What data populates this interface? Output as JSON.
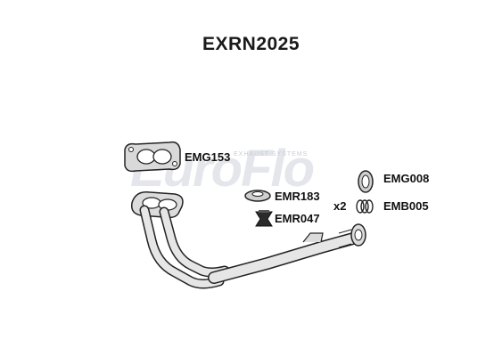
{
  "diagram": {
    "part_number": "EXRN2025",
    "watermark": {
      "brand": "EuroFlo",
      "tagline": "EXHAUST SYSTEMS"
    },
    "parts": [
      {
        "code": "EMG153",
        "name": "manifold gasket"
      },
      {
        "code": "EMR183",
        "name": "rubber ring"
      },
      {
        "code": "EMR047",
        "name": "rubber mount"
      },
      {
        "code": "EMG008",
        "name": "ring gasket"
      },
      {
        "code": "EMB005",
        "name": "spring bolt"
      }
    ],
    "quantity_marker": "x2"
  }
}
